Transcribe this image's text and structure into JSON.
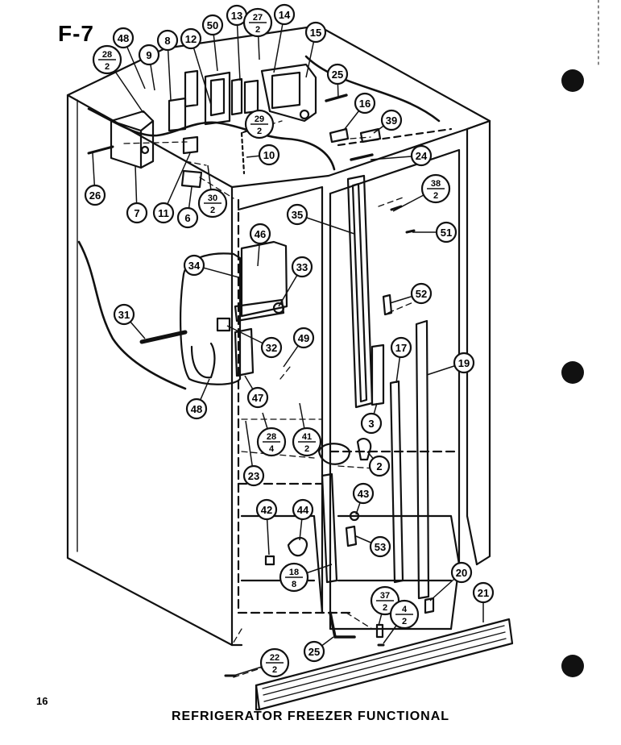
{
  "figure_label": "F-7",
  "page_number": "16",
  "caption": "REFRIGERATOR FREEZER FUNCTIONAL",
  "callouts": [
    {
      "id": "48",
      "label": "48"
    },
    {
      "id": "28-2",
      "label": "28",
      "sub": "2"
    },
    {
      "id": "9",
      "label": "9"
    },
    {
      "id": "8",
      "label": "8"
    },
    {
      "id": "12",
      "label": "12"
    },
    {
      "id": "50",
      "label": "50"
    },
    {
      "id": "13",
      "label": "13"
    },
    {
      "id": "27-2",
      "label": "27",
      "sub": "2"
    },
    {
      "id": "14",
      "label": "14"
    },
    {
      "id": "15",
      "label": "15"
    },
    {
      "id": "25",
      "label": "25"
    },
    {
      "id": "16",
      "label": "16"
    },
    {
      "id": "39",
      "label": "39"
    },
    {
      "id": "29-2",
      "label": "29",
      "sub": "2"
    },
    {
      "id": "10",
      "label": "10"
    },
    {
      "id": "24",
      "label": "24"
    },
    {
      "id": "26",
      "label": "26"
    },
    {
      "id": "7",
      "label": "7"
    },
    {
      "id": "11",
      "label": "11"
    },
    {
      "id": "6",
      "label": "6"
    },
    {
      "id": "30-2",
      "label": "30",
      "sub": "2"
    },
    {
      "id": "38-2",
      "label": "38",
      "sub": "2"
    },
    {
      "id": "35",
      "label": "35"
    },
    {
      "id": "51",
      "label": "51"
    },
    {
      "id": "46",
      "label": "46"
    },
    {
      "id": "34",
      "label": "34"
    },
    {
      "id": "33",
      "label": "33"
    },
    {
      "id": "52",
      "label": "52"
    },
    {
      "id": "31",
      "label": "31"
    },
    {
      "id": "32",
      "label": "32"
    },
    {
      "id": "49",
      "label": "49"
    },
    {
      "id": "17",
      "label": "17"
    },
    {
      "id": "19",
      "label": "19"
    },
    {
      "id": "47",
      "label": "47"
    },
    {
      "id": "48b",
      "label": "48"
    },
    {
      "id": "3",
      "label": "3"
    },
    {
      "id": "28-4",
      "label": "28",
      "sub": "4"
    },
    {
      "id": "41-2",
      "label": "41",
      "sub": "2"
    },
    {
      "id": "23",
      "label": "23"
    },
    {
      "id": "2",
      "label": "2"
    },
    {
      "id": "43",
      "label": "43"
    },
    {
      "id": "42",
      "label": "42"
    },
    {
      "id": "44",
      "label": "44"
    },
    {
      "id": "53",
      "label": "53"
    },
    {
      "id": "18-8",
      "label": "18",
      "sub": "8"
    },
    {
      "id": "20",
      "label": "20"
    },
    {
      "id": "21",
      "label": "21"
    },
    {
      "id": "37-2",
      "label": "37",
      "sub": "2"
    },
    {
      "id": "4-2",
      "label": "4",
      "sub": "2"
    },
    {
      "id": "25b",
      "label": "25"
    },
    {
      "id": "22-2",
      "label": "22",
      "sub": "2"
    }
  ]
}
